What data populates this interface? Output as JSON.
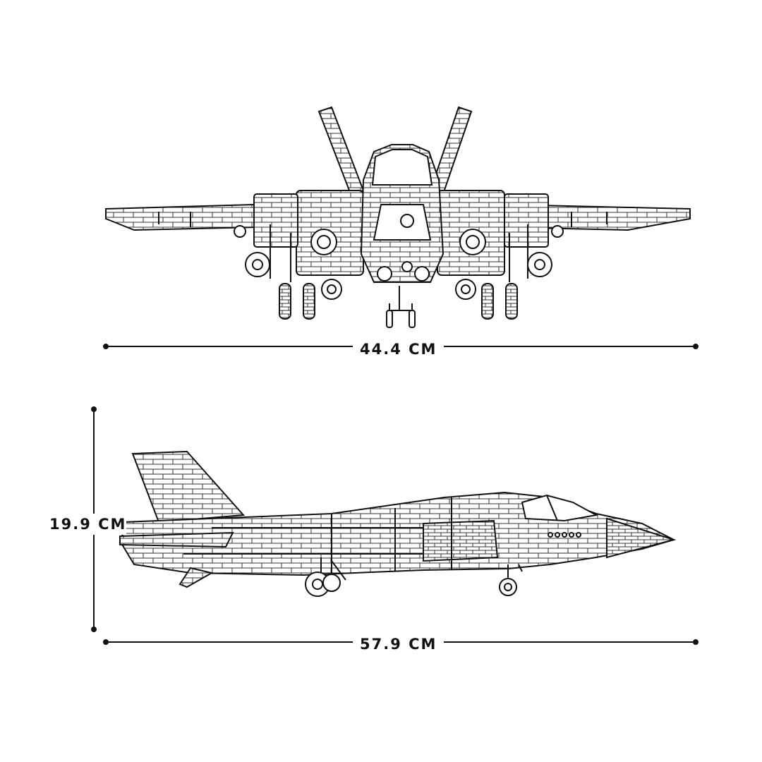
{
  "dimensions": {
    "width_label": "44.4 CM",
    "length_label": "57.9 CM",
    "height_label": "19.9 CM"
  },
  "colors": {
    "stroke": "#111111",
    "fill": "#ffffff",
    "hatch": "#444444"
  }
}
